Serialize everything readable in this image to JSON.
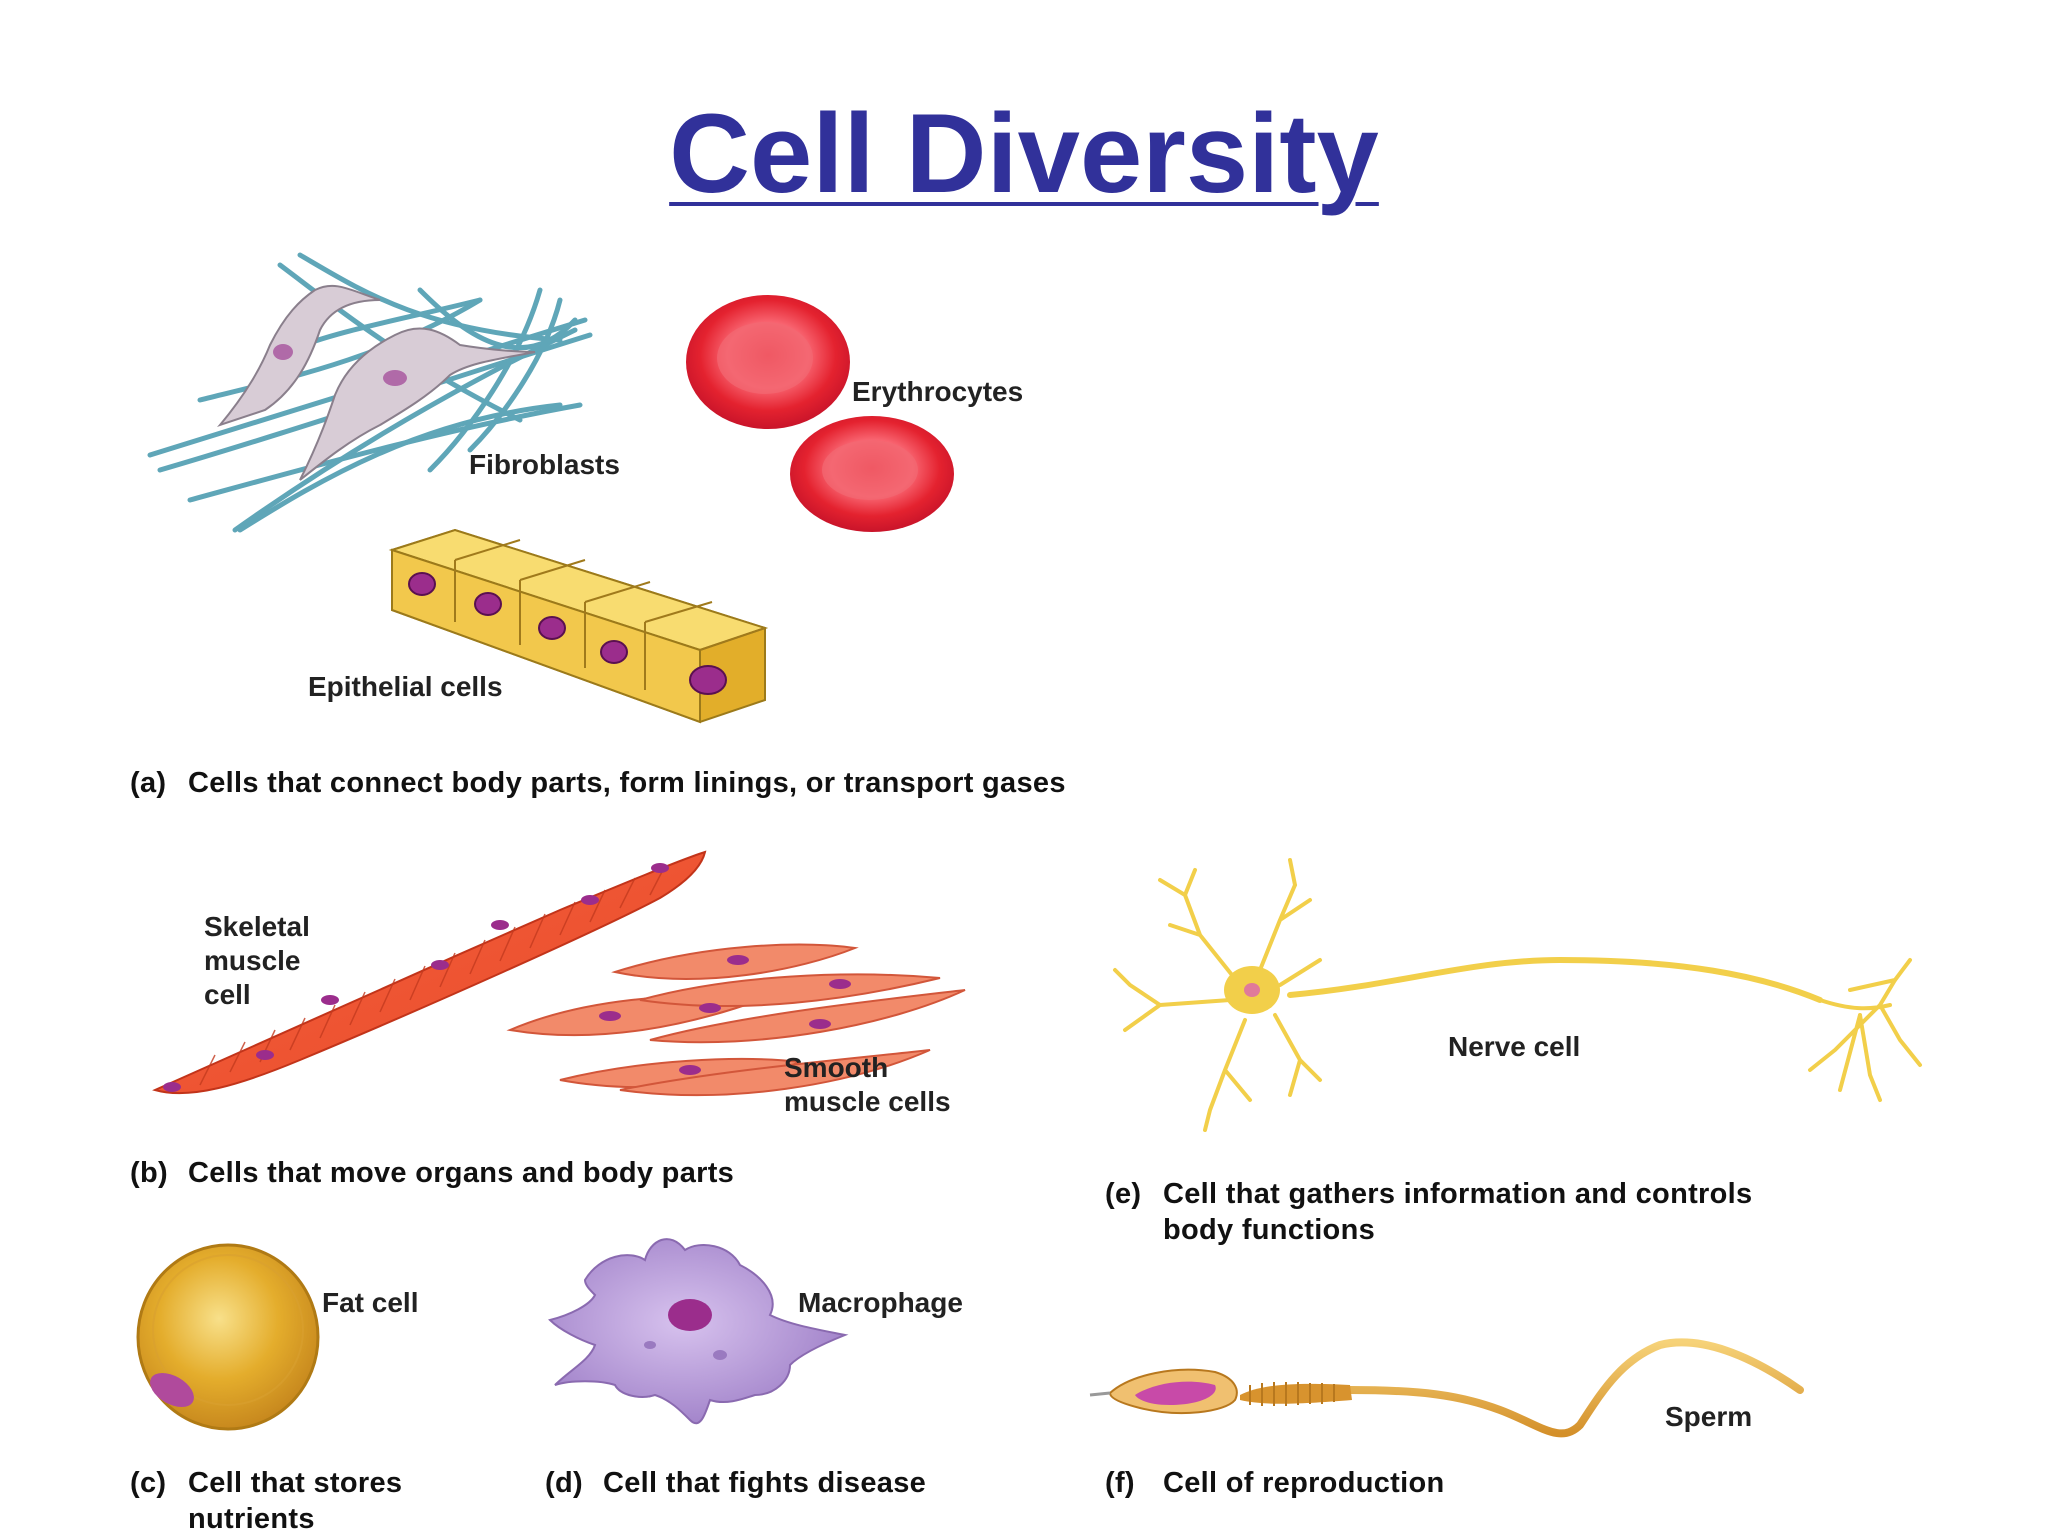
{
  "title": "Cell Diversity",
  "labels": {
    "fibroblasts": "Fibroblasts",
    "erythrocytes": "Erythrocytes",
    "epithelial": "Epithelial cells",
    "skeletal": "Skeletal\nmuscle\ncell",
    "smooth": "Smooth\nmuscle cells",
    "nerve": "Nerve cell",
    "fat": "Fat cell",
    "macrophage": "Macrophage",
    "sperm": "Sperm"
  },
  "captions": {
    "a": {
      "code": "(a)",
      "text": "Cells that connect body parts, form linings, or transport gases"
    },
    "b": {
      "code": "(b)",
      "text": "Cells that move organs and body parts"
    },
    "c": {
      "code": "(c)",
      "text": "Cell that stores",
      "text2": "nutrients"
    },
    "d": {
      "code": "(d)",
      "text": "Cell that fights disease"
    },
    "e": {
      "code": "(e)",
      "text": "Cell that gathers information and controls",
      "text2": "body functions"
    },
    "f": {
      "code": "(f)",
      "text": "Cell of reproduction"
    }
  },
  "colors": {
    "title": "#31319a",
    "fiber": "#5fa6b8",
    "fibroblast": "#d8ccd6",
    "erythrocyte": "#e8323f",
    "epithelial": "#f0c44a",
    "nucleus": "#9b2d8c",
    "muscle": "#f06a45",
    "nerve": "#f2cf4a",
    "fat": "#e9b437",
    "macrophage": "#b79ad6",
    "sperm": "#e8a73c"
  }
}
